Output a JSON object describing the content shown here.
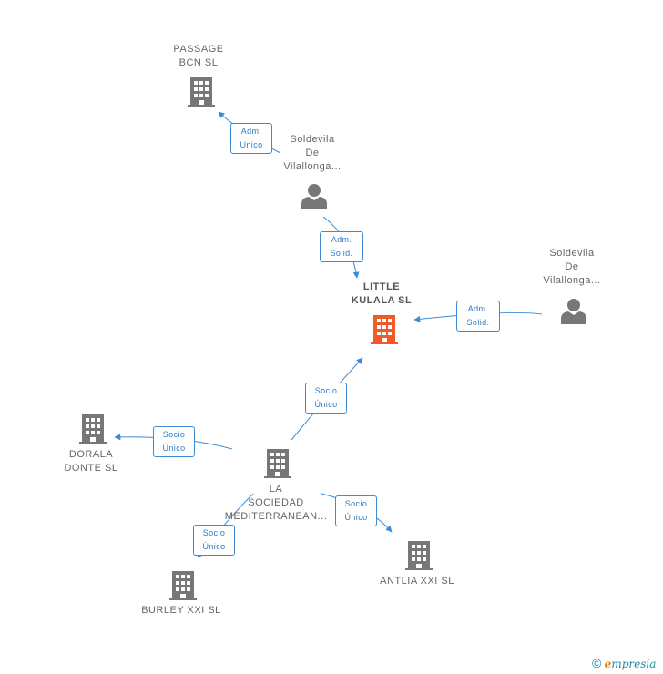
{
  "colors": {
    "edge": "#3d8bd5",
    "company_icon": "#777777",
    "center_icon": "#f05a28",
    "person_icon": "#777777"
  },
  "nodes": {
    "passage": {
      "icon": "building-icon",
      "lines": [
        "PASSAGE",
        "BCN  SL"
      ]
    },
    "soldevila_top": {
      "icon": "person-icon",
      "lines": [
        "Soldevila",
        "De",
        "Vilallonga..."
      ]
    },
    "little_kulala": {
      "icon": "building-icon",
      "lines": [
        "LITTLE",
        "KULALA  SL"
      ]
    },
    "soldevila_right": {
      "icon": "person-icon",
      "lines": [
        "Soldevila",
        "De",
        "Vilallonga..."
      ]
    },
    "dorala": {
      "icon": "building-icon",
      "lines": [
        "DORALA",
        "DONTE SL"
      ]
    },
    "la_sociedad": {
      "icon": "building-icon",
      "lines": [
        "LA",
        "SOCIEDAD",
        "MEDITERRANEAN..."
      ]
    },
    "burley": {
      "icon": "building-icon",
      "lines": [
        "BURLEY XXI SL"
      ]
    },
    "antlia": {
      "icon": "building-icon",
      "lines": [
        "ANTLIA XXI SL"
      ]
    }
  },
  "edges": {
    "soldevila_top_to_passage": {
      "lines": [
        "Adm.",
        "Unico"
      ]
    },
    "soldevila_top_to_little_kulala": {
      "lines": [
        "Adm.",
        "Solid."
      ]
    },
    "soldevila_right_to_little_kulala": {
      "lines": [
        "Adm.",
        "Solid."
      ]
    },
    "la_sociedad_to_little_kulala": {
      "lines": [
        "Socio",
        "Único"
      ]
    },
    "la_sociedad_to_dorala": {
      "lines": [
        "Socio",
        "Único"
      ]
    },
    "la_sociedad_to_antlia": {
      "lines": [
        "Socio",
        "Único"
      ]
    },
    "la_sociedad_to_burley": {
      "lines": [
        "Socio",
        "Único"
      ]
    }
  },
  "footer": {
    "copyright_symbol": "©",
    "brand_initial": "e",
    "brand_rest": "mpresia"
  }
}
